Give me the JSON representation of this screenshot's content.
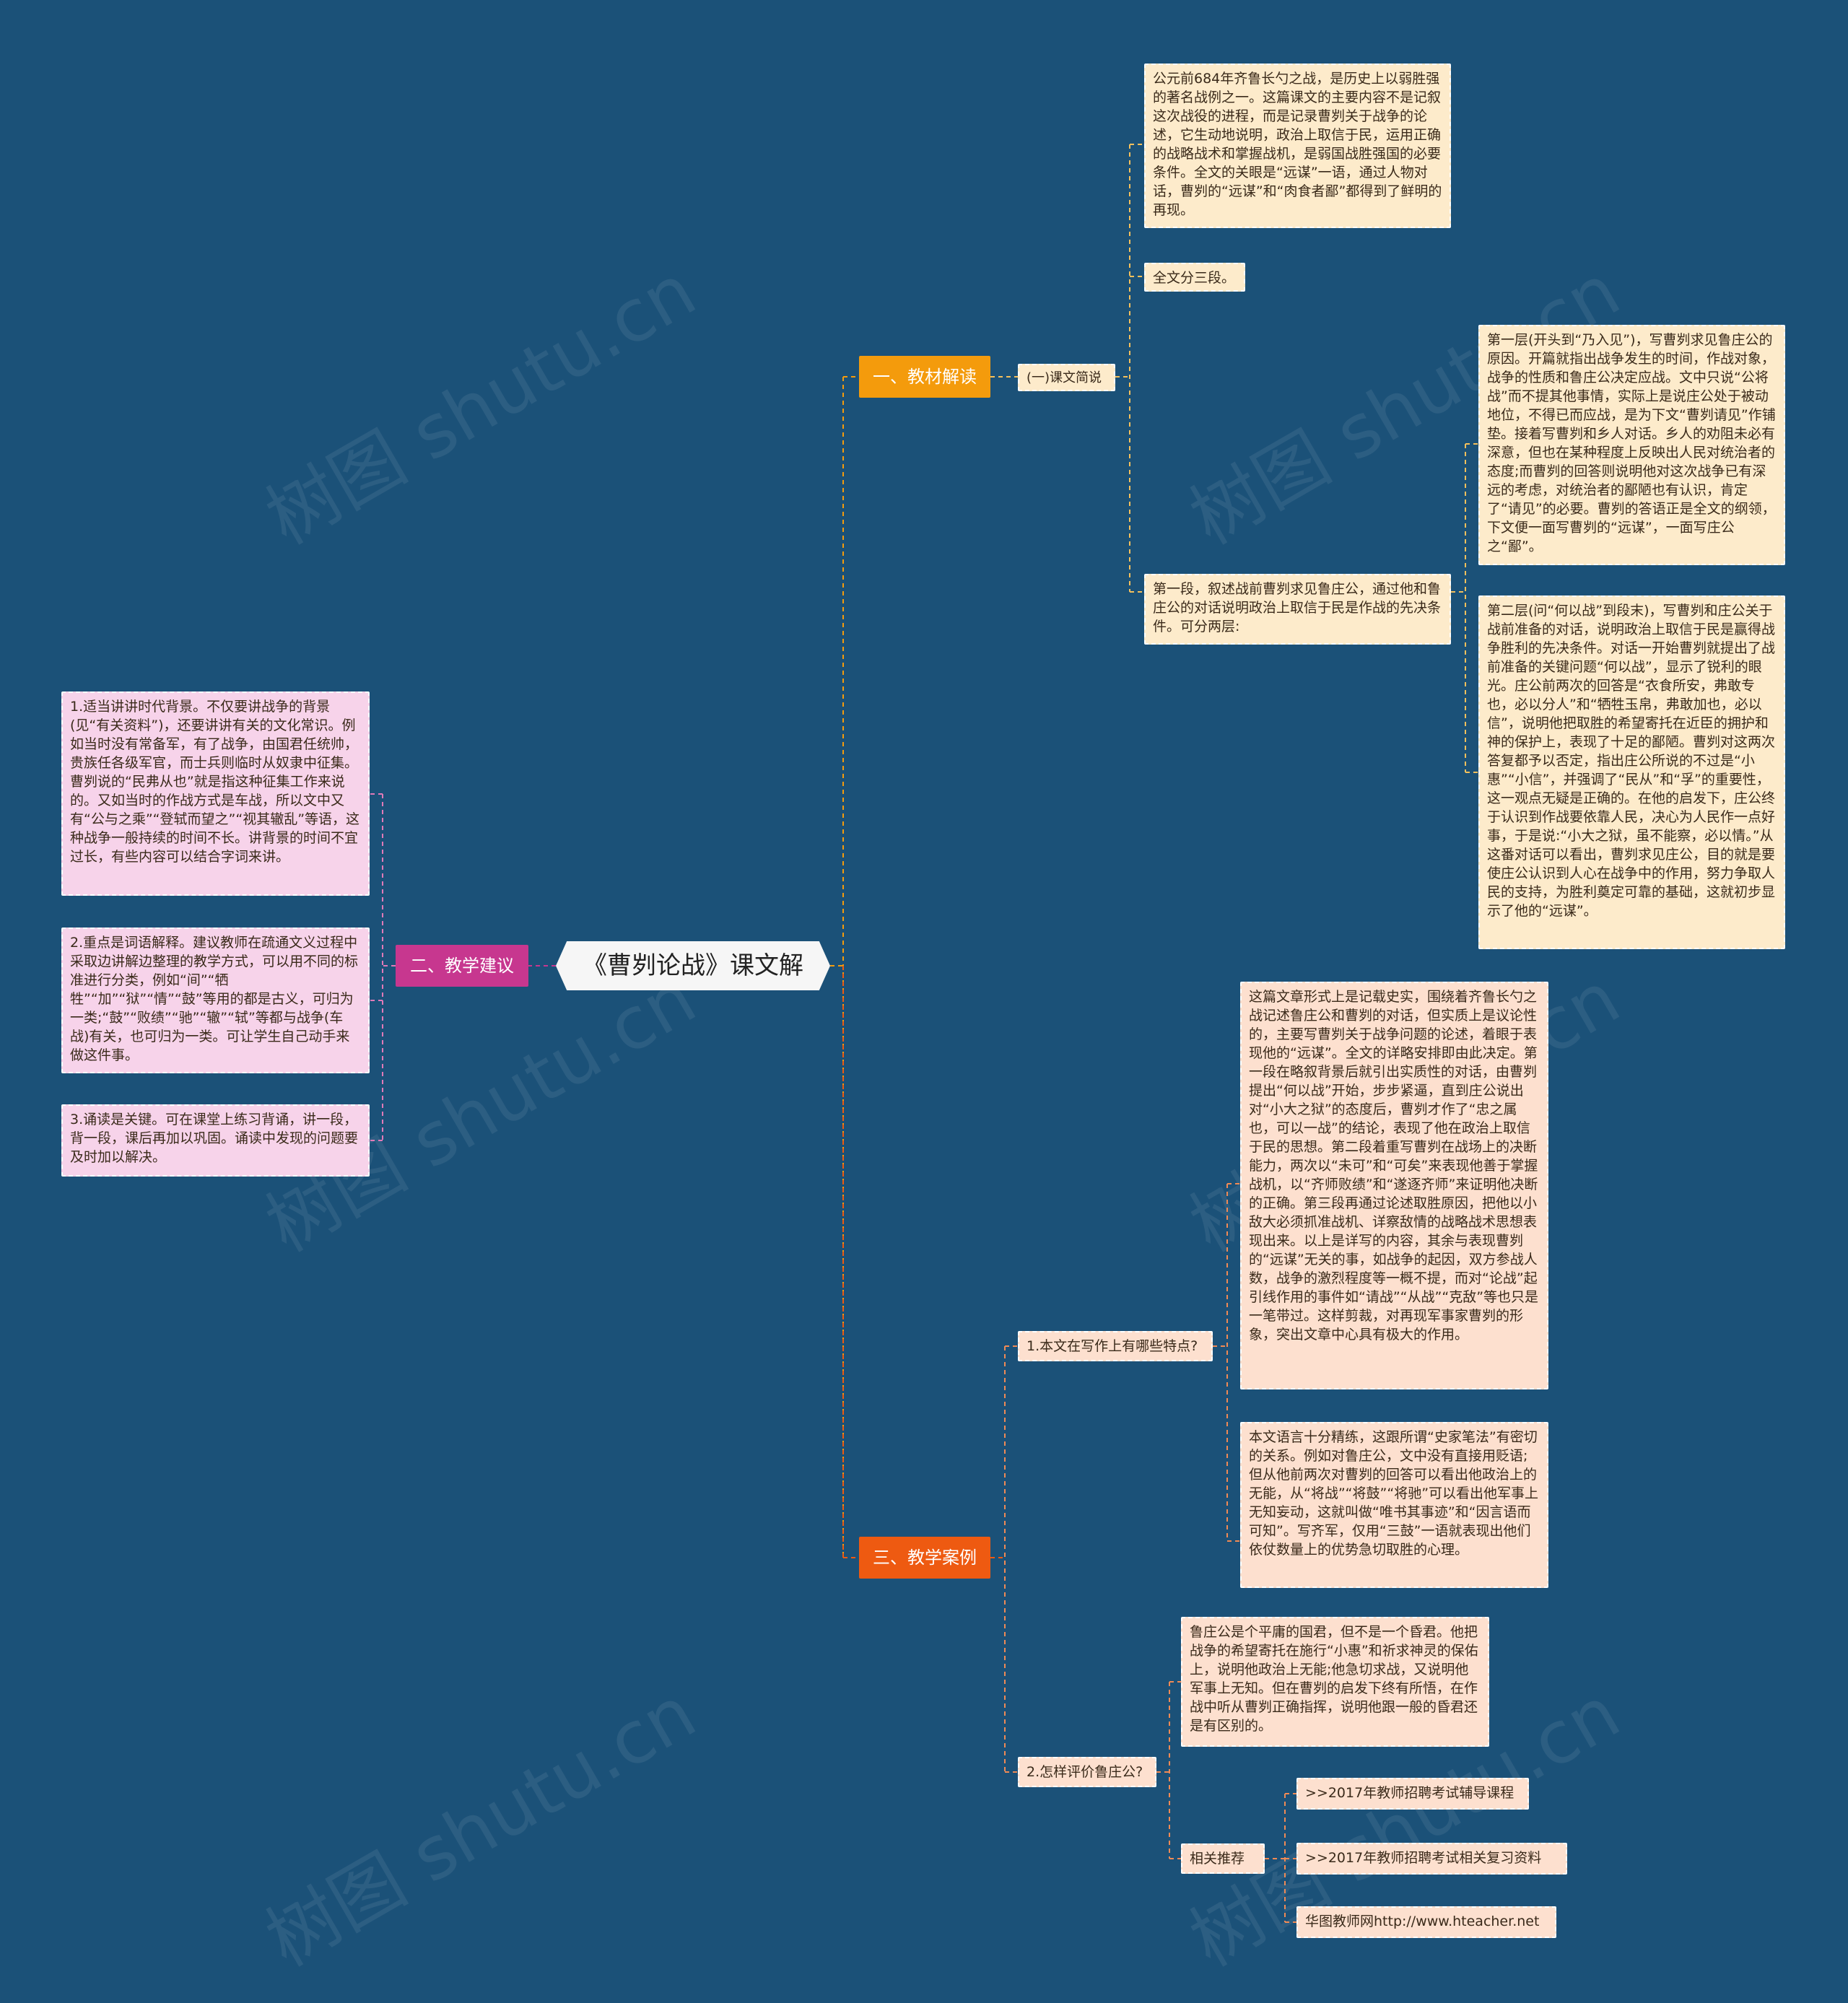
{
  "watermark": "树图 shutu.cn",
  "center": "《曹刿论战》课文解读",
  "branch1": {
    "title": "一、教材解读",
    "sub": "(一)课文简说",
    "p1": "公元前684年齐鲁长勺之战，是历史上以弱胜强的著名战例之一。这篇课文的主要内容不是记叙这次战役的进程，而是记录曹刿关于战争的论述，它生动地说明，政治上取信于民，运用正确的战略战术和掌握战机，是弱国战胜强国的必要条件。全文的关眼是“远谋”一语，通过人物对话，曹刿的“远谋”和“肉食者鄙”都得到了鲜明的再现。",
    "p2": "全文分三段。",
    "p3": "第一段，叙述战前曹刿求见鲁庄公，通过他和鲁庄公的对话说明政治上取信于民是作战的先决条件。可分两层:",
    "l1": "第一层(开头到“乃入见”)，写曹刿求见鲁庄公的原因。开篇就指出战争发生的时间，作战对象，战争的性质和鲁庄公决定应战。文中只说“公将战”而不提其他事情，实际上是说庄公处于被动地位，不得已而应战，是为下文“曹刿请见”作铺垫。接着写曹刿和乡人对话。乡人的劝阻未必有深意，但也在某种程度上反映出人民对统治者的态度;而曹刿的回答则说明他对这次战争已有深远的考虑，对统治者的鄙陋也有认识，肯定了“请见”的必要。曹刿的答语正是全文的纲领，下文便一面写曹刿的“远谋”，一面写庄公之“鄙”。",
    "l2": "第二层(问“何以战”到段末)，写曹刿和庄公关于战前准备的对话，说明政治上取信于民是赢得战争胜利的先决条件。对话一开始曹刿就提出了战前准备的关键问题“何以战”，显示了锐利的眼光。庄公前两次的回答是“衣食所安，弗敢专也，必以分人”和“牺牲玉帛，弗敢加也，必以信”，说明他把取胜的希望寄托在近臣的拥护和神的保护上，表现了十足的鄙陋。曹刿对这两次答复都予以否定，指出庄公所说的不过是“小惠”“小信”，并强调了“民从”和“孚”的重要性，这一观点无疑是正确的。在他的启发下，庄公终于认识到作战要依靠人民，决心为人民作一点好事，于是说:“小大之狱，虽不能察，必以情。”从这番对话可以看出，曹刿求见庄公，目的就是要使庄公认识到人心在战争中的作用，努力争取人民的支持，为胜利奠定可靠的基础，这就初步显示了他的“远谋”。"
  },
  "branch2": {
    "title": "二、教学建议",
    "items": [
      "1.适当讲讲时代背景。不仅要讲战争的背景(见“有关资料”)，还要讲讲有关的文化常识。例如当时没有常备军，有了战争，由国君任统帅，贵族任各级军官，而士兵则临时从奴隶中征集。曹刿说的“民弗从也”就是指这种征集工作来说的。又如当时的作战方式是车战，所以文中又有“公与之乘”“登轼而望之”“视其辙乱”等语，这种战争一般持续的时间不长。讲背景的时间不宜过长，有些内容可以结合字词来讲。",
      "2.重点是词语解释。建议教师在疏通文义过程中采取边讲解边整理的教学方式，可以用不同的标准进行分类，例如“间”“牺牲”“加”“狱”“情”“鼓”等用的都是古义，可归为一类;“鼓”“败绩”“驰”“辙”“轼”等都与战争(车战)有关，也可归为一类。可让学生自己动手来做这件事。",
      "3.诵读是关键。可在课堂上练习背诵，讲一段，背一段，课后再加以巩固。诵读中发现的问题要及时加以解决。"
    ]
  },
  "branch3": {
    "title": "三、教学案例",
    "q1": "1.本文在写作上有哪些特点?",
    "a1a": "这篇文章形式上是记载史实，围绕着齐鲁长勺之战记述鲁庄公和曹刿的对话，但实质上是议论性的，主要写曹刿关于战争问题的论述，着眼于表现他的“远谋”。全文的详略安排即由此决定。第一段在略叙背景后就引出实质性的对话，由曹刿提出“何以战”开始，步步紧逼，直到庄公说出对“小大之狱”的态度后，曹刿才作了“忠之属也，可以一战”的结论，表现了他在政治上取信于民的思想。第二段着重写曹刿在战场上的决断能力，两次以“未可”和“可矣”来表现他善于掌握战机，以“齐师败绩”和“遂逐齐师”来证明他决断的正确。第三段再通过论述取胜原因，把他以小敌大必须抓准战机、详察敌情的战略战术思想表现出来。以上是详写的内容，其余与表现曹刿的“远谋”无关的事，如战争的起因，双方参战人数，战争的激烈程度等一概不提，而对“论战”起引线作用的事件如“请战”“从战”“克敌”等也只是一笔带过。这样剪裁，对再现军事家曹刿的形象，突出文章中心具有极大的作用。",
    "a1b": "本文语言十分精练，这跟所谓“史家笔法”有密切的关系。例如对鲁庄公，文中没有直接用贬语;但从他前两次对曹刿的回答可以看出他政治上的无能，从“将战”“将鼓”“将驰”可以看出他军事上无知妄动，这就叫做“唯书其事迹”和“因言语而可知”。写齐军，仅用“三鼓”一语就表现出他们依仗数量上的优势急切取胜的心理。",
    "q2": "2.怎样评价鲁庄公?",
    "a2": "鲁庄公是个平庸的国君，但不是一个昏君。他把战争的希望寄托在施行“小惠”和祈求神灵的保佑上，说明他政治上无能;他急切求战，又说明他军事上无知。但在曹刿的启发下终有所悟，在作战中听从曹刿正确指挥，说明他跟一般的昏君还是有区别的。",
    "rec_label": "相关推荐",
    "links": [
      ">>2017年教师招聘考试辅导课程",
      ">>2017年教师招聘考试相关复习资料",
      "华图教师网http://www.hteacher.net"
    ]
  },
  "colors": {
    "background": "#1b5178",
    "branch1": "#f49b0c",
    "branch2": "#c7378f",
    "branch3": "#ee5a11",
    "cream": "#fdebcb",
    "pink": "#f7d3ea",
    "peach": "#fde0cf"
  }
}
